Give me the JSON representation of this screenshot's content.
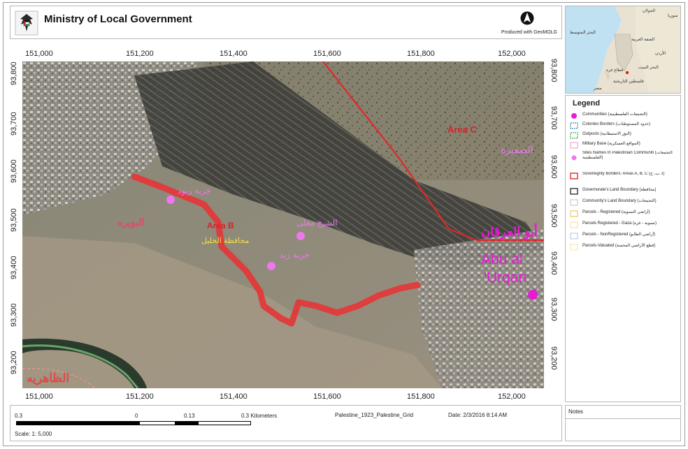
{
  "header": {
    "title": "Ministry of Local Government",
    "produced_with": "Produced with GeoMOLG",
    "logo_icon": "palestinian-emblem-icon",
    "north_icon": "north-arrow-icon"
  },
  "ticks": {
    "top": [
      "151,000",
      "151,200",
      "151,400",
      "151,600",
      "151,800",
      "152,000"
    ],
    "bottom": [
      "151,000",
      "151,200",
      "151,400",
      "151,600",
      "151,800",
      "152,000"
    ],
    "left": [
      "93,800",
      "93,700",
      "93,600",
      "93,500",
      "93,400",
      "93,300",
      "93,200"
    ],
    "right": [
      "93,800",
      "93,700",
      "93,600",
      "93,500",
      "93,400",
      "93,300",
      "93,200"
    ]
  },
  "map_labels": {
    "area_c": "Area C",
    "area_b": "Area B",
    "sheikh_muala": "الشيخ معلى",
    "khirbet_rabud": "خربة ربود",
    "khirbet_zaid": "خربة زيد",
    "muhafaza": "محافظة الخليل",
    "left_red": "البويره",
    "dhahiriya": "الظاهريه",
    "sfira": "الصفيرة",
    "abu_arabic": "أبو العرقان",
    "abu_en_1": "Abu al",
    "abu_en_2": "'Urqan"
  },
  "inset": {
    "labels": [
      "الجولان",
      "سوريا",
      "البحر المتوسط",
      "الضفة الغربية",
      "الأردن",
      "قطاع غزة",
      "البحر الميت",
      "فلسطين التاريخية",
      "مصر"
    ]
  },
  "legend": {
    "title": "Legend",
    "items": [
      {
        "label": "Communities (التجمعات الفلسطينية)",
        "symbol": "magenta-dot"
      },
      {
        "label": "Colonies Borders (حدود المستوطنات)",
        "symbol": "teal-dashed-box"
      },
      {
        "label": "Outposts (البؤر الاستيطانية)",
        "symbol": "green-dashed-box"
      },
      {
        "label": "Military Base (المواقع العسكرية)",
        "symbol": "pink-box"
      },
      {
        "label": "Sites Names In Palestinian Communiti (التجمعات الفلسطينية)",
        "symbol": "pink-dot"
      },
      {
        "label": "Sovereignty Borders: Areas A, B, C (أ، ب، ج)",
        "symbol": "red-box"
      },
      {
        "label": "Governorate's Land Boundary (محافظة)",
        "symbol": "dark-box"
      },
      {
        "label": "Community's Land Boundary (التجمعات)",
        "symbol": "light-box"
      },
      {
        "label": "Parcels - Registered (أراضي التسوية)",
        "symbol": "yellow-box"
      },
      {
        "label": "Parcels Registered - Gaza (تسوية - غزة)",
        "symbol": "pale-yellow-box"
      },
      {
        "label": "Parcels - NonRegistered (أراضي الطابو)",
        "symbol": "pale-blue-box"
      },
      {
        "label": "Parcels-Valuated (قطع الأراضي المخمنة)",
        "symbol": "yellow-dotted-box"
      }
    ]
  },
  "scale": {
    "labels": [
      "0.3",
      "0",
      "0.13",
      "0.3 Kilometers"
    ],
    "scale_text": "Scale:   1: 5,000",
    "grid_name": "Palestine_1923_Palestine_Grid",
    "date": "Date:   2/3/2016 8:14 AM"
  },
  "notes": {
    "title": "Notes"
  },
  "colors": {
    "sovereignty_red": "#e0282b",
    "area_label_red": "#d8222a",
    "community_magenta": "#e71bd6",
    "site_pink": "#ee77ee"
  }
}
